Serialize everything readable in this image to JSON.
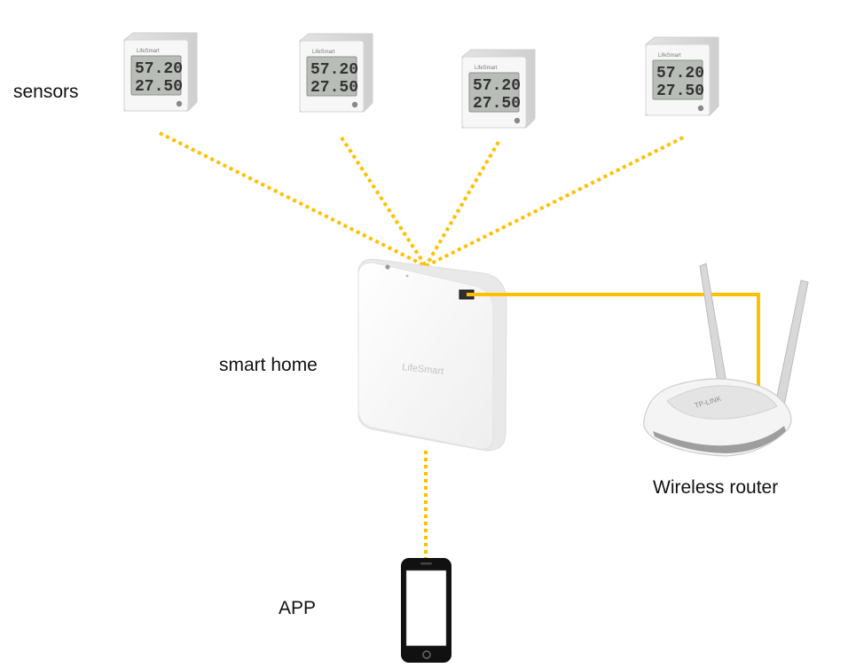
{
  "labels": {
    "sensors": "sensors",
    "hub": "smart home",
    "router": "Wireless router",
    "app": "APP"
  },
  "devices": {
    "sensor_brand": "LifeSmart",
    "sensor_reading_top": "57.20",
    "sensor_reading_bottom": "27.50",
    "hub_brand": "LifeSmart",
    "router_brand": "TP-LINK"
  },
  "colors": {
    "link": "#FFC000",
    "device_body": "#f2f2f2",
    "lcd": "#b9bdb8",
    "digits": "#333333"
  },
  "icons": [
    "sensor-device-icon",
    "hub-device-icon",
    "router-device-icon",
    "phone-device-icon"
  ]
}
